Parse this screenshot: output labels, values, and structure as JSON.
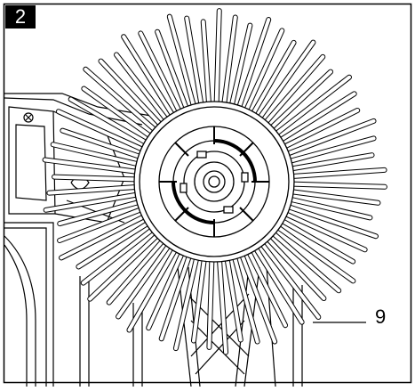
{
  "figure": {
    "number": "2"
  },
  "callouts": [
    {
      "label": "9",
      "target": "brush-bristle"
    }
  ],
  "colors": {
    "line": "#000000",
    "background": "#ffffff",
    "badge_background": "#000000",
    "badge_text": "#ffffff"
  }
}
